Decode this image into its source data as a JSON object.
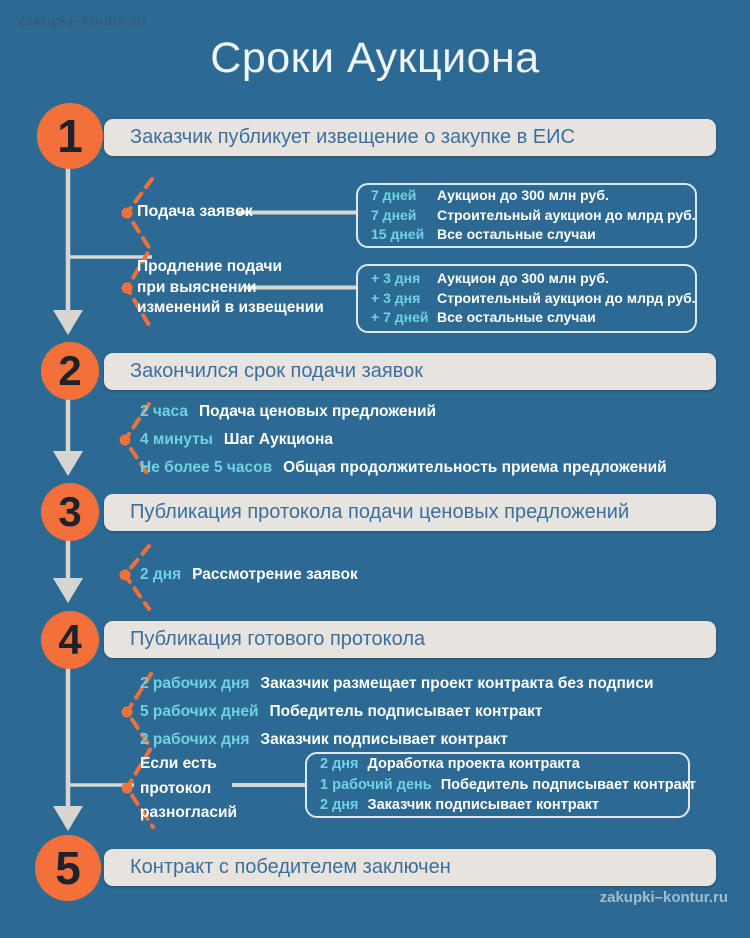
{
  "title": "Сроки Аукциона",
  "watermark_top": "zakupki–kontur.ru",
  "watermark_bottom": "zakupki–kontur.ru",
  "colors": {
    "background": "#2c6a94",
    "accent_orange": "#f4703a",
    "header_bar_bg": "#e7e4e0",
    "header_bar_text": "#3c6f9e",
    "duration_cyan": "#6fd2e4",
    "body_text": "#ffffff",
    "connector_gray": "#d7d5d2"
  },
  "steps": [
    {
      "number": "1",
      "header": "Заказчик публикует извещение о закупке в ЕИС",
      "groups": [
        {
          "label": "Подача заявок",
          "rows": [
            {
              "duration": "7 дней",
              "text": "Аукцион до 300 млн руб."
            },
            {
              "duration": "7 дней",
              "text": "Строительный аукцион до млрд руб."
            },
            {
              "duration": "15 дней",
              "text": "Все остальные случаи"
            }
          ]
        },
        {
          "label": "Продление подачи\nпри выяснении\nизменений в извещении",
          "rows": [
            {
              "duration": "+ 3 дня",
              "text": "Аукцион до 300 млн руб."
            },
            {
              "duration": "+ 3 дня",
              "text": "Строительный аукцион до млрд руб."
            },
            {
              "duration": "+ 7 дней",
              "text": "Все остальные случаи"
            }
          ]
        }
      ]
    },
    {
      "number": "2",
      "header": "Закончился срок подачи заявок",
      "items": [
        {
          "duration": "2 часа",
          "text": "Подача ценовых предложений"
        },
        {
          "duration": "4 минуты",
          "text": "Шаг Аукциона"
        },
        {
          "duration": "Не более 5 часов",
          "text": "Общая продолжительность приема предложений"
        }
      ]
    },
    {
      "number": "3",
      "header": "Публикация протокола подачи ценовых предложений",
      "items": [
        {
          "duration": "2 дня",
          "text": "Рассмотрение заявок"
        }
      ]
    },
    {
      "number": "4",
      "header": "Публикация готового протокола",
      "items": [
        {
          "duration": "2 рабочих дня",
          "text": "Заказчик размещает проект контракта без подписи"
        },
        {
          "duration": "5 рабочих дней",
          "text": "Победитель подписывает контракт"
        },
        {
          "duration": "2 рабочих дня",
          "text": "Заказчик подписывает контракт"
        }
      ],
      "groups": [
        {
          "label": "Если есть\nпротокол\nразногласий",
          "rows": [
            {
              "duration": "2 дня",
              "text": "Доработка проекта контракта"
            },
            {
              "duration": "1 рабочий день",
              "text": "Победитель подписывает контракт"
            },
            {
              "duration": "2 дня",
              "text": "Заказчик подписывает контракт"
            }
          ]
        }
      ]
    },
    {
      "number": "5",
      "header": "Контракт с победителем заключен"
    }
  ]
}
